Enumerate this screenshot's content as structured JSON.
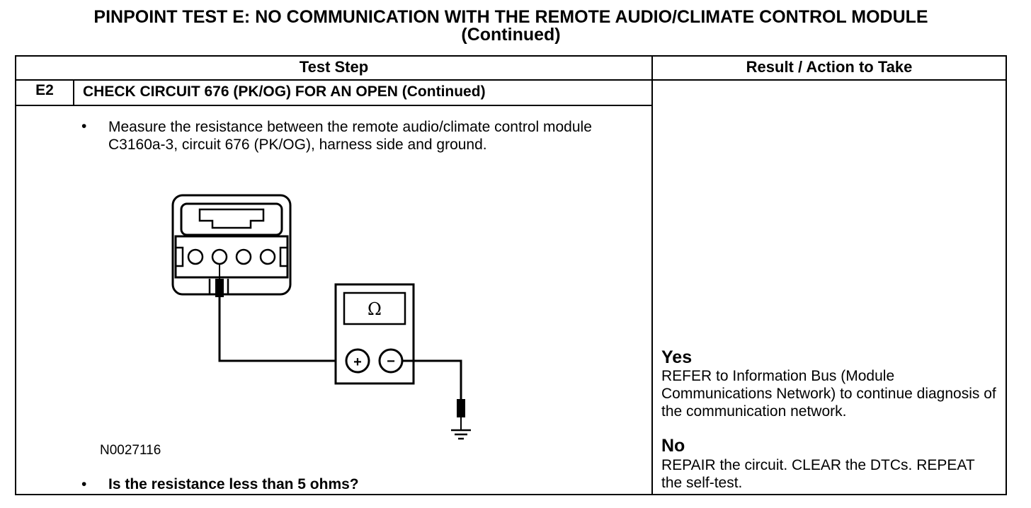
{
  "title": {
    "line1": "PINPOINT TEST  E: NO COMMUNICATION WITH THE REMOTE AUDIO/CLIMATE CONTROL MODULE",
    "line2": "(Continued)"
  },
  "table": {
    "header_test_step": "Test Step",
    "header_result": "Result / Action to Take",
    "step_id": "E2",
    "step_title": "CHECK CIRCUIT 676 (PK/OG) FOR AN OPEN (Continued)",
    "bullet_symbol": "•",
    "instruction": "Measure the resistance between the remote audio/climate control module C3160a-3, circuit 676 (PK/OG), harness side and ground.",
    "figure_id": "N0027116",
    "question": "Is the resistance less than 5 ohms?"
  },
  "diagram": {
    "meter_symbol": "Ω",
    "plus_symbol": "+",
    "minus_symbol": "−"
  },
  "results": {
    "yes_label": "Yes",
    "yes_text": "REFER to Information Bus (Module Communications Network) to continue diagnosis of the communication network.",
    "no_label": "No",
    "no_text": "REPAIR the circuit. CLEAR the DTCs. REPEAT the self-test."
  }
}
